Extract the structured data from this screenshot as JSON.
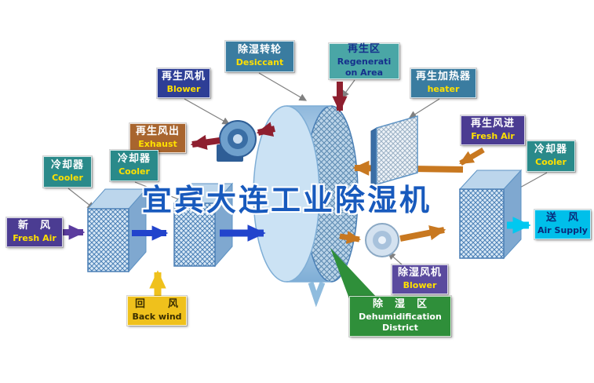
{
  "watermark": "宜宾大连工业除湿机",
  "labels": {
    "desiccant": {
      "zh": "除湿转轮",
      "en": "Desiccant"
    },
    "regen_area": {
      "zh": "再生区",
      "en1": "Regenerati",
      "en2": "on Area"
    },
    "regen_blower": {
      "zh": "再生风机",
      "en": "Blower"
    },
    "regen_heater": {
      "zh": "再生加热器",
      "en": "heater"
    },
    "exhaust": {
      "zh": "再生风出",
      "en": "Exhaust"
    },
    "regen_fresh_air": {
      "zh": "再生风进",
      "en": "Fresh Air"
    },
    "cooler_left_outer": {
      "zh": "冷却器",
      "en": "Cooler"
    },
    "cooler_left_inner": {
      "zh": "冷却器",
      "en": "Cooler"
    },
    "cooler_right": {
      "zh": "冷却器",
      "en": "Cooler"
    },
    "fresh_air": {
      "zh": "新　风",
      "en": "Fresh Air"
    },
    "air_supply": {
      "zh": "送　风",
      "en": "Air Supply"
    },
    "back_wind": {
      "zh": "回　　风",
      "en": "Back wind"
    },
    "dehumid_blower": {
      "zh": "除湿风机",
      "en": "Blower"
    },
    "dehumid_district": {
      "zh": "除　湿　区",
      "en1": "Dehumidification",
      "en2": "District"
    }
  },
  "colors": {
    "teal_label": "#2A8A8A",
    "steelblue_label": "#3A7CA0",
    "lightteal_label": "#4AA6A6",
    "navy_label": "#2E3E96",
    "purple_label": "#4B3C92",
    "violet_label": "#5A4A9E",
    "orange_label": "#A8652E",
    "yellow_label": "#EFC11C",
    "cyan_label": "#00BFEA",
    "green_label": "#2F8F3A",
    "label_text_en": "#FFE000",
    "arrow_process_blue": "#2244CC",
    "arrow_regen_red": "#8E1F2F",
    "arrow_regen_orange": "#C87820",
    "watermark_blue": "#185ABD"
  }
}
